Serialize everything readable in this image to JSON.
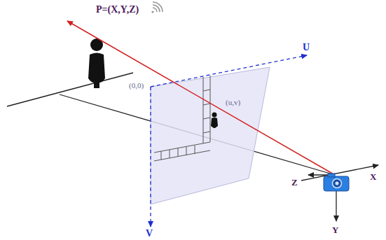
{
  "diagram": {
    "labels": [
      "P=(X,Y,Z)",
      "U",
      "(0,0)",
      "(u,v)",
      "V",
      "Z",
      "X",
      "Y"
    ]
  }
}
